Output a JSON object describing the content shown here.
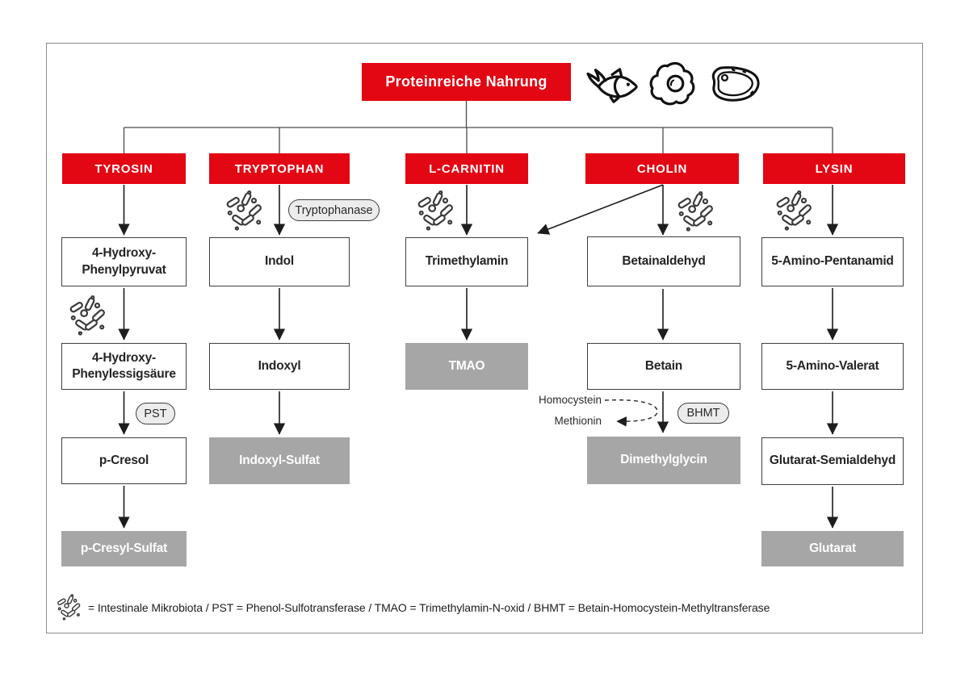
{
  "title": {
    "label": "Proteinreiche Nahrung"
  },
  "food_icons": [
    "fish-icon",
    "fried-egg-icon",
    "steak-icon"
  ],
  "colors": {
    "accent_red": "#e30613",
    "end_product_gray": "#a6a6a6",
    "pill_bg": "#ececec",
    "line": "#1d1d1b"
  },
  "columns": [
    {
      "header": "TYROSIN",
      "nodes": [
        {
          "label": "4-Hydroxy-\nPhenylpyruvat",
          "type": "intermediate"
        },
        {
          "label": "4-Hydroxy-\nPhenylessigsäure",
          "type": "intermediate"
        },
        {
          "label": "p-Cresol",
          "type": "intermediate"
        },
        {
          "label": "p-Cresyl-Sulfat",
          "type": "end-product"
        }
      ]
    },
    {
      "header": "TRYPTOPHAN",
      "nodes": [
        {
          "label": "Indol",
          "type": "intermediate"
        },
        {
          "label": "Indoxyl",
          "type": "intermediate"
        },
        {
          "label": "Indoxyl-Sulfat",
          "type": "end-product"
        }
      ]
    },
    {
      "header": "L-CARNITIN",
      "nodes": [
        {
          "label": "Trimethylamin",
          "type": "intermediate"
        },
        {
          "label": "TMAO",
          "type": "end-product"
        }
      ]
    },
    {
      "header": "CHOLIN",
      "nodes": [
        {
          "label": "Betainaldehyd",
          "type": "intermediate"
        },
        {
          "label": "Betain",
          "type": "intermediate"
        },
        {
          "label": "Dimethylglycin",
          "type": "end-product"
        }
      ]
    },
    {
      "header": "LYSIN",
      "nodes": [
        {
          "label": "5-Amino-Pentanamid",
          "type": "intermediate"
        },
        {
          "label": "5-Amino-Valerat",
          "type": "intermediate"
        },
        {
          "label": "Glutarat-Semialdehyd",
          "type": "intermediate"
        },
        {
          "label": "Glutarat",
          "type": "end-product"
        }
      ]
    }
  ],
  "pills": {
    "tryptophanase": "Tryptophanase",
    "pst": "PST",
    "bhmt": "BHMT"
  },
  "side_labels": {
    "homocystein": "Homocystein",
    "methionin": "Methionin"
  },
  "legend": {
    "text": "= Intestinale Mikrobiota / PST = Phenol-Sulfotransferase / TMAO = Trimethylamin-N-oxid / BHMT = Betain-Homocystein-Methyltransferase"
  }
}
